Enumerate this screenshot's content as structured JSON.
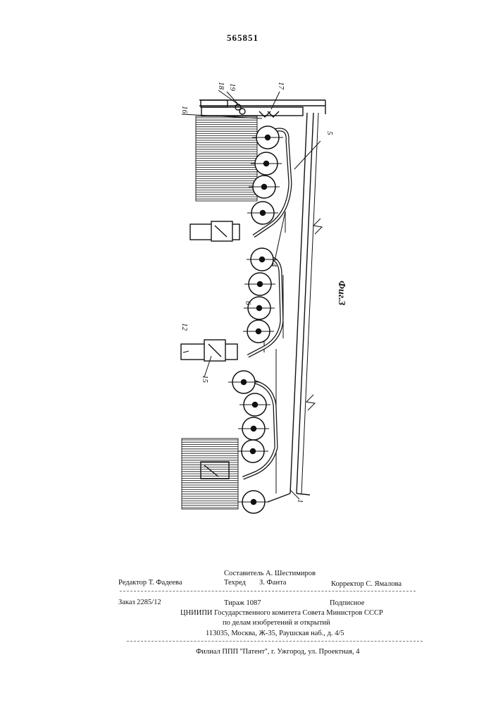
{
  "patent_number": "565851",
  "figure_caption": "Фиг.3",
  "callouts": {
    "n1": "1",
    "n4": "4",
    "n5": "5",
    "n6": "6",
    "n12": "12",
    "n15": "15",
    "n16": "16",
    "n17": "17",
    "n18": "18",
    "n19": "19"
  },
  "footer": {
    "compiler": "Составитель  А. Шестимиров",
    "editor": "Редактор  Т. Фадеева",
    "techred": "Техред",
    "techred_name": "З. Фанта",
    "corrector": "Корректор  С. Ямалова",
    "order": "Заказ  2285/12",
    "circulation": "Тираж  1087",
    "subscription": "Подписное",
    "org_line1": "ЦНИИПИ Государственного комитета Совета Министров СССР",
    "org_line2": "по делам изобретений и открытий",
    "address": "113035, Москва, Ж-35, Раушская наб., д. 4/5",
    "branch": "Филиал ППП ''Патент'', г. Ужгород, ул. Проектная, 4"
  }
}
